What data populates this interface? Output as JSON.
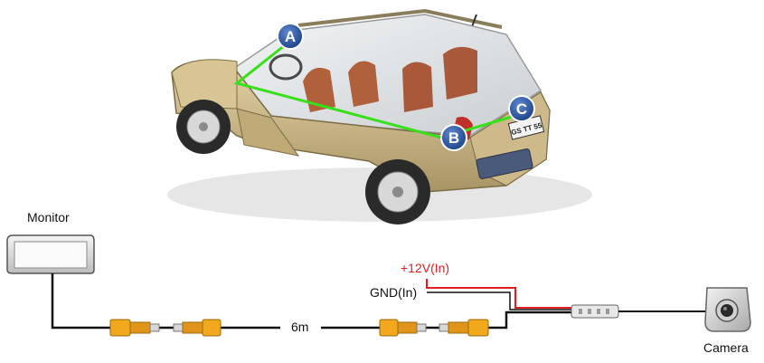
{
  "car": {
    "markers": [
      {
        "id": "A",
        "label": "A"
      },
      {
        "id": "B",
        "label": "B"
      },
      {
        "id": "C",
        "label": "C"
      }
    ],
    "plate_text": "GS TT 55",
    "wire_color": "#38e01a",
    "marker_color": "#1f4fa3",
    "body_color": "#c9b483"
  },
  "wiring": {
    "monitor_label": "Monitor",
    "length_label": "6m",
    "power_label": "+12V(In)",
    "ground_label": "GND(In)",
    "camera_label": "Camera",
    "power_color": "#e02020",
    "cable_color": "#111111",
    "connector_color": "#f2a81d"
  }
}
